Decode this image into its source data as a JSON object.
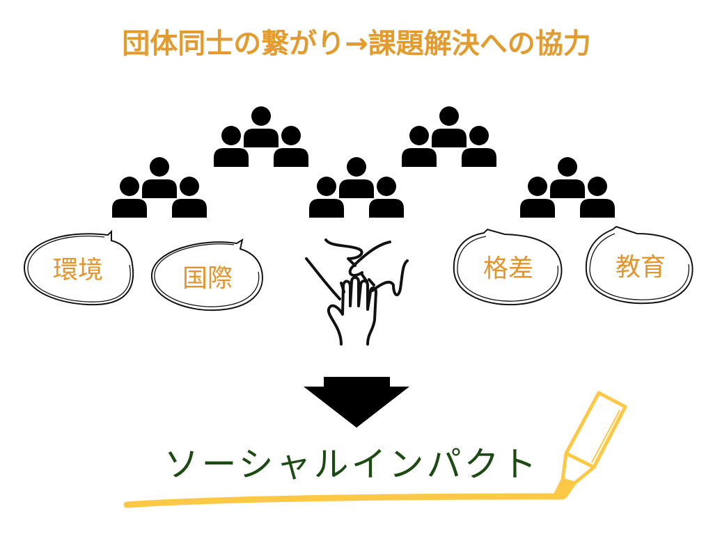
{
  "title": "団体同士の繋がり→課題解決への協力",
  "bubbles": [
    {
      "label": "環境"
    },
    {
      "label": "国際"
    },
    {
      "label": "格差"
    },
    {
      "label": "教育"
    }
  ],
  "result": "ソーシャルインパクト",
  "icons": [
    "people-group-icon",
    "hands-together-icon",
    "down-arrow-icon",
    "highlighter-icon"
  ],
  "colors": {
    "title": "#e39b2d",
    "bubble_text": "#e3952d",
    "result": "#1d4a12",
    "highlighter": "#fcc846"
  }
}
